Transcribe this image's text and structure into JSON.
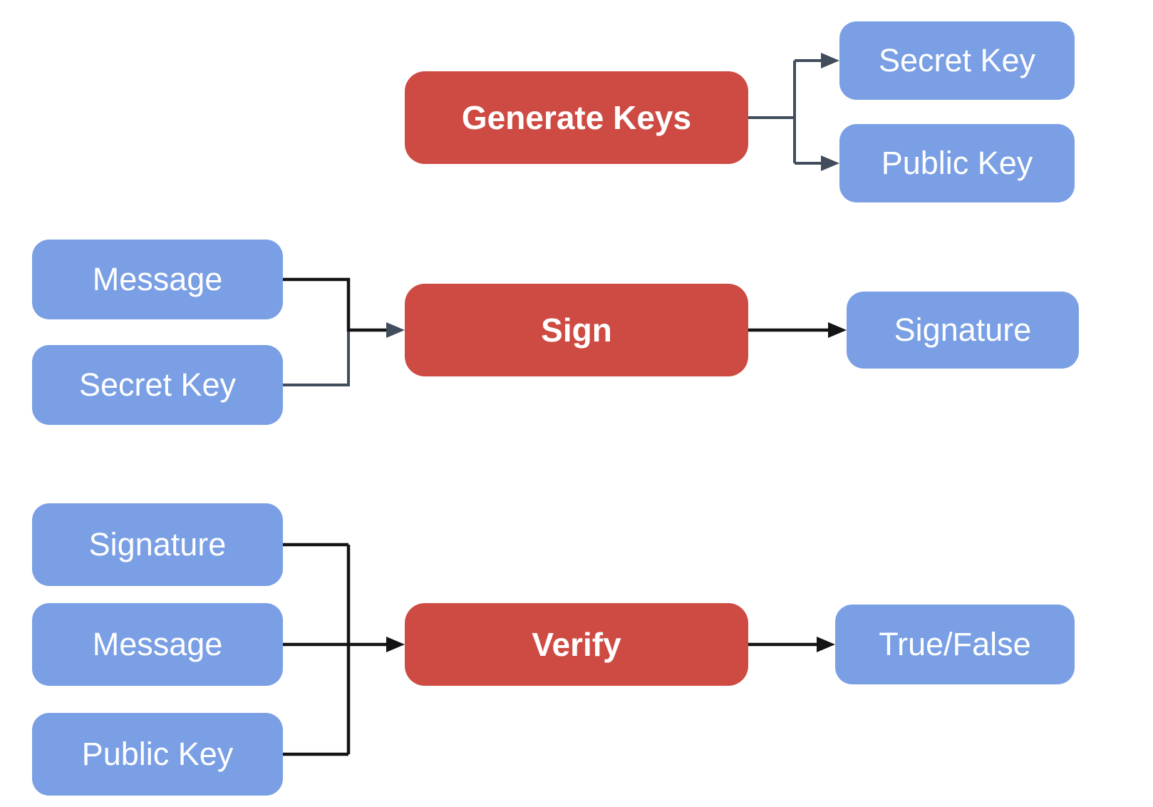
{
  "diagram": {
    "colors": {
      "background": "#ffffff",
      "process_fill": "#ce4b43",
      "data_fill": "#7a9fe4",
      "label_text": "#ffffff",
      "connector_dark": "#414d5c",
      "connector_black": "#141414"
    },
    "keygen": {
      "process": "Generate Keys",
      "output_secret": "Secret Key",
      "output_public": "Public Key"
    },
    "sign": {
      "input_message": "Message",
      "input_secret": "Secret Key",
      "process": "Sign",
      "output_signature": "Signature"
    },
    "verify": {
      "input_signature": "Signature",
      "input_message": "Message",
      "input_public": "Public Key",
      "process": "Verify",
      "output_result": "True/False"
    },
    "edges": [
      {
        "from": "Generate Keys",
        "to": "Secret Key"
      },
      {
        "from": "Generate Keys",
        "to": "Public Key"
      },
      {
        "from": "Message",
        "to": "Sign"
      },
      {
        "from": "Secret Key",
        "to": "Sign"
      },
      {
        "from": "Sign",
        "to": "Signature"
      },
      {
        "from": "Signature",
        "to": "Verify"
      },
      {
        "from": "Message",
        "to": "Verify"
      },
      {
        "from": "Public Key",
        "to": "Verify"
      },
      {
        "from": "Verify",
        "to": "True/False"
      }
    ]
  }
}
